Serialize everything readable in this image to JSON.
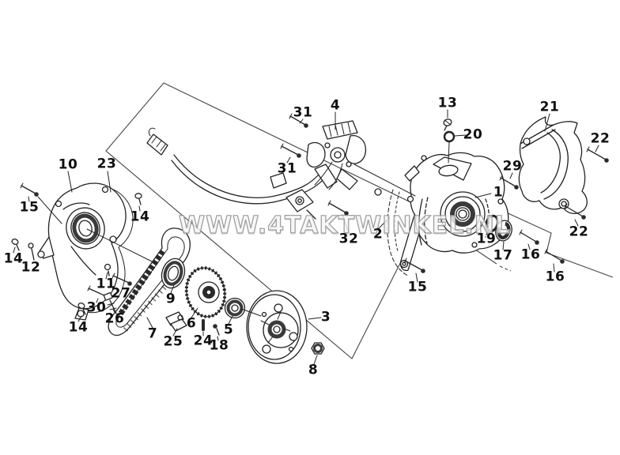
{
  "watermark": {
    "text": "WWW.4TAKTWINKEL.NL"
  },
  "colors": {
    "background": "#ffffff",
    "line": "#222222",
    "watermark": "#ababab"
  },
  "part_numbers_visible": [
    "1",
    "2",
    "3",
    "4",
    "5",
    "6",
    "7",
    "8",
    "9",
    "10",
    "11",
    "12",
    "13",
    "14",
    "15",
    "16",
    "17",
    "18",
    "19",
    "20",
    "21",
    "22",
    "23",
    "24",
    "25",
    "26",
    "27",
    "29",
    "30",
    "31",
    "32"
  ],
  "labels": {
    "n10": {
      "text": "10"
    },
    "n23": {
      "text": "23"
    },
    "n15a": {
      "text": "15"
    },
    "n14a": {
      "text": "14"
    },
    "n14b": {
      "text": "14"
    },
    "n12": {
      "text": "12"
    },
    "n11": {
      "text": "11"
    },
    "n27": {
      "text": "27"
    },
    "n30": {
      "text": "30"
    },
    "n26": {
      "text": "26"
    },
    "n14c": {
      "text": "14"
    },
    "n31a": {
      "text": "31"
    },
    "n31b": {
      "text": "31"
    },
    "n4": {
      "text": "4"
    },
    "n13": {
      "text": "13"
    },
    "n20": {
      "text": "20"
    },
    "n21": {
      "text": "21"
    },
    "n22a": {
      "text": "22"
    },
    "n29": {
      "text": "29"
    },
    "n1": {
      "text": "1"
    },
    "n22b": {
      "text": "22"
    },
    "n32": {
      "text": "32"
    },
    "n2": {
      "text": "2"
    },
    "n19": {
      "text": "19"
    },
    "n17": {
      "text": "17"
    },
    "n16a": {
      "text": "16"
    },
    "n16b": {
      "text": "16"
    },
    "n15b": {
      "text": "15"
    },
    "n9": {
      "text": "9"
    },
    "n7": {
      "text": "7"
    },
    "n25": {
      "text": "25"
    },
    "n6": {
      "text": "6"
    },
    "n24": {
      "text": "24"
    },
    "n18": {
      "text": "18"
    },
    "n5": {
      "text": "5"
    },
    "n3": {
      "text": "3"
    },
    "n8": {
      "text": "8"
    }
  }
}
